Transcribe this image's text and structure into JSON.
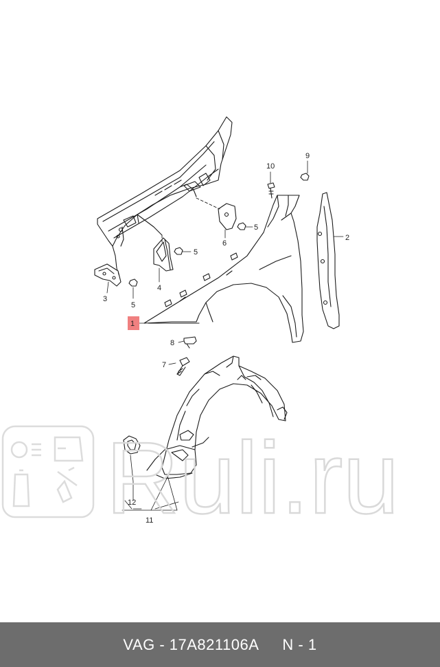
{
  "watermark": {
    "text": "Ruli.ru",
    "logo": "ruli-auto-parts-logo",
    "color": "#d9d9d9"
  },
  "callouts": {
    "c1": "1",
    "c2": "2",
    "c3": "3",
    "c4": "4",
    "c5a": "5",
    "c5b": "5",
    "c5c": "5",
    "c6": "6",
    "c7": "7",
    "c8": "8",
    "c9": "9",
    "c10": "10",
    "c11": "11",
    "c12": "12"
  },
  "highlight_color": "#f08080",
  "footer": {
    "part_number": "VAG - 17A821106A",
    "position": "N - 1",
    "background": "#6d6d6d"
  }
}
